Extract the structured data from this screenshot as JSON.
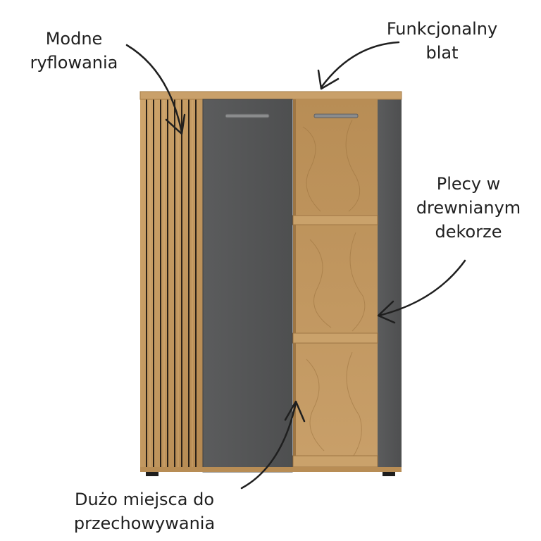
{
  "labels": {
    "ribbing": [
      "Modne",
      "ryflowania"
    ],
    "top": [
      "Funkcjonalny",
      "blat"
    ],
    "back": [
      "Plecy w",
      "drewnianym",
      "dekorze"
    ],
    "storage": [
      "Dużo miejsca do",
      "przechowywania"
    ]
  },
  "colors": {
    "oak": "#c49a62",
    "oak_dark": "#a57b45",
    "graphite": "#555657",
    "graphite_dark": "#434445",
    "ink": "#1f1f1f"
  }
}
